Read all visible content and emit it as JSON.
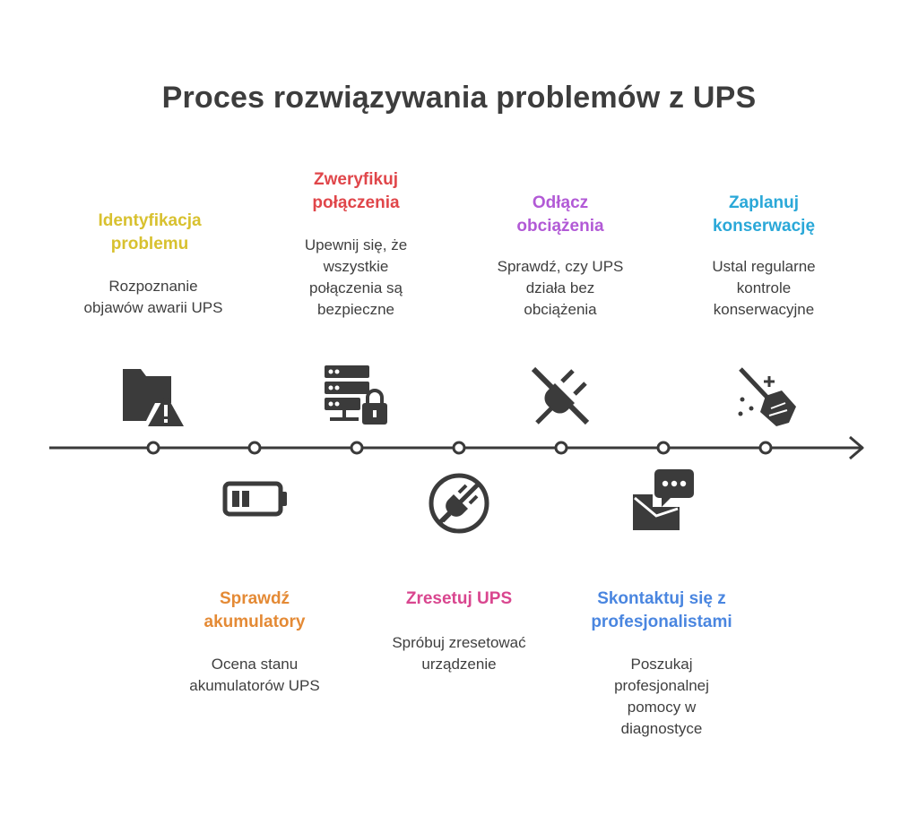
{
  "title": "Proces rozwiązywania problemów z UPS",
  "steps": [
    {
      "heading": [
        "Identyfikacja",
        "problemu"
      ],
      "desc": [
        "Rozpoznanie",
        "objawów awarii UPS"
      ],
      "color": "#d8c12f",
      "icon": "folder-warning-icon"
    },
    {
      "heading": [
        "Sprawdź",
        "akumulatory"
      ],
      "desc": [
        "Ocena stanu",
        "akumulatorów UPS"
      ],
      "color": "#e48a35",
      "icon": "battery-low-icon"
    },
    {
      "heading": [
        "Zweryfikuj",
        "połączenia"
      ],
      "desc": [
        "Upewnij się, że",
        "wszystkie",
        "połączenia są",
        "bezpieczne"
      ],
      "color": "#e0464a",
      "icon": "server-lock-icon"
    },
    {
      "heading": [
        "Zresetuj UPS"
      ],
      "desc": [
        "Spróbuj zresetować",
        "urządzenie"
      ],
      "color": "#d9468f",
      "icon": "no-plug-icon"
    },
    {
      "heading": [
        "Odłącz",
        "obciążenia"
      ],
      "desc": [
        "Sprawdź, czy UPS",
        "działa bez",
        "obciążenia"
      ],
      "color": "#b25ad6",
      "icon": "unplug-icon"
    },
    {
      "heading": [
        "Skontaktuj się z",
        "profesjonalistami"
      ],
      "desc": [
        "Poszukaj",
        "profesjonalnej",
        "pomocy w",
        "diagnostyce"
      ],
      "color": "#4a86e0",
      "icon": "mail-chat-icon"
    },
    {
      "heading": [
        "Zaplanuj",
        "konserwację"
      ],
      "desc": [
        "Ustal regularne",
        "kontrole",
        "konserwacyjne"
      ],
      "color": "#2aa8d8",
      "icon": "broom-sparkle-icon"
    }
  ]
}
